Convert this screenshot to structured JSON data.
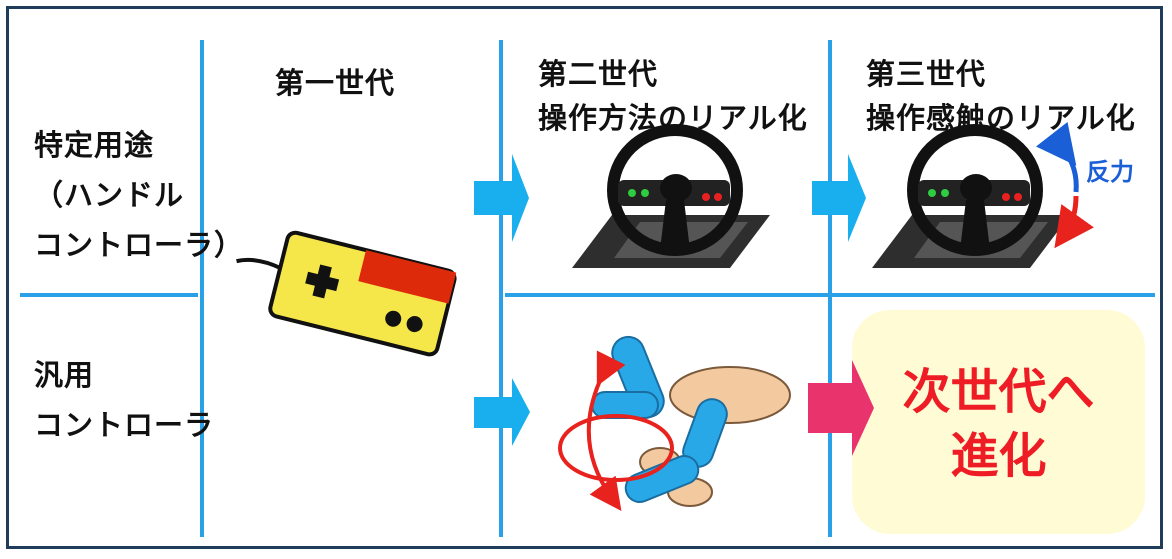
{
  "rows": {
    "specific": {
      "lines": [
        "特定用途",
        "（ハンドル",
        "コントローラ）"
      ]
    },
    "general": {
      "lines": [
        "汎用",
        "コントローラ"
      ]
    }
  },
  "columns": {
    "gen1": {
      "lines": [
        "第一世代"
      ]
    },
    "gen2": {
      "lines": [
        "第二世代",
        "操作方法のリアル化"
      ]
    },
    "gen3": {
      "lines": [
        "第三世代",
        "操作感触のリアル化"
      ]
    }
  },
  "annotations": {
    "force_label": "反力"
  },
  "result": {
    "lines": [
      "次世代へ",
      "進化"
    ]
  },
  "colors": {
    "grid": "#2aa0e6",
    "arrow_blue": "#19aeee",
    "arrow_pink": "#e8336d",
    "result_bg": "#fffbd5",
    "result_text": "#ee1c24",
    "force_blue": "#1a5fd6",
    "force_red": "#e8221c"
  },
  "icons": {
    "gen1": "gamepad-icon",
    "gen2_specific": "steering-wheel-icon",
    "gen3_specific": "force-feedback-steering-wheel-icon",
    "gen2_general": "motion-controller-hand-icon"
  }
}
